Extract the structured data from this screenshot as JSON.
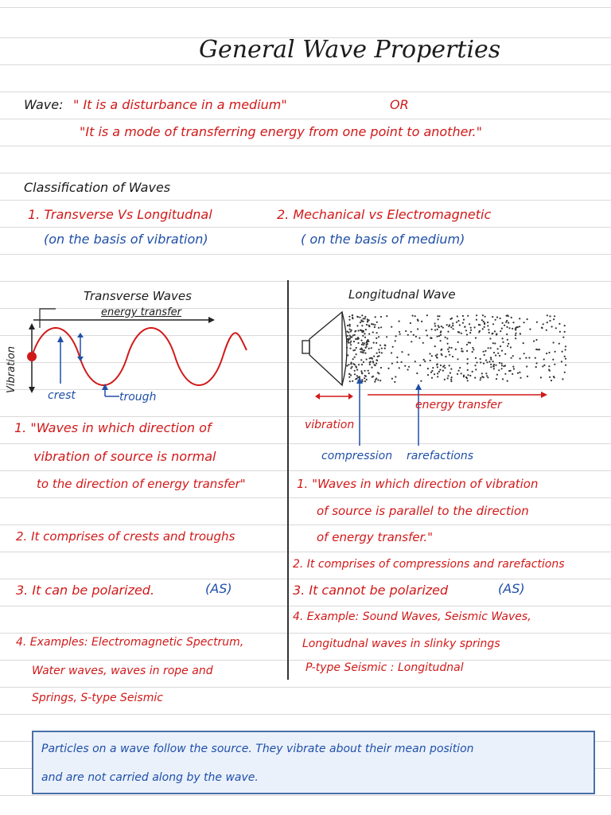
{
  "title": "General Wave Properties",
  "definition": {
    "label": "Wave:",
    "line1": "\" It is a disturbance in a medium\"",
    "or": "OR",
    "line2": "\"It is a mode of transferring energy from one point to another.\""
  },
  "classification": {
    "heading": "Classification of Waves",
    "item1": "1. Transverse Vs Longitudnal",
    "item1_basis": "(on the basis of vibration)",
    "item2": "2. Mechanical vs Electromagnetic",
    "item2_basis": "( on the basis of medium)"
  },
  "transverse": {
    "heading": "Transverse Waves",
    "energy_label": "energy transfer",
    "vibration_label": "Vibration",
    "crest_label": "crest",
    "trough_label": "trough",
    "p1_line1": "1. \"Waves in which direction of",
    "p1_line2": "vibration of source is normal",
    "p1_line3": "to the direction of energy transfer\"",
    "p2": "2. It comprises of crests and troughs",
    "p3": "3. It can be polarized.",
    "p3_tag": "(AS)",
    "p4_line1": "4. Examples: Electromagnetic Spectrum,",
    "p4_line2": "Water waves, waves in rope and",
    "p4_line3": "Springs, S-type Seismic"
  },
  "longitudinal": {
    "heading": "Longitudnal Wave",
    "vibration_label": "vibration",
    "energy_label": "energy transfer",
    "compression_label": "compression",
    "rarefaction_label": "rarefactions",
    "p1_line1": "1. \"Waves in which direction of vibration",
    "p1_line2": "of source is parallel to the direction",
    "p1_line3": "of energy transfer.\"",
    "p2": "2. It comprises of compressions and rarefactions",
    "p3": "3. It cannot be polarized",
    "p3_tag": "(AS)",
    "p4_line1": "4. Example: Sound Waves, Seismic Waves,",
    "p4_line2": "Longitudnal waves in slinky springs",
    "p4_line3": "P-type Seismic : Longitudnal"
  },
  "note": {
    "line1": "Particles on a wave follow the source. They vibrate about their mean position",
    "line2": "and are not carried along by the wave."
  },
  "colors": {
    "ink_black": "#1b1b1b",
    "ink_red": "#d11919",
    "ink_blue": "#1f4fa8",
    "note_bg": "#eaf1fb",
    "note_border": "#4a6fa8"
  }
}
